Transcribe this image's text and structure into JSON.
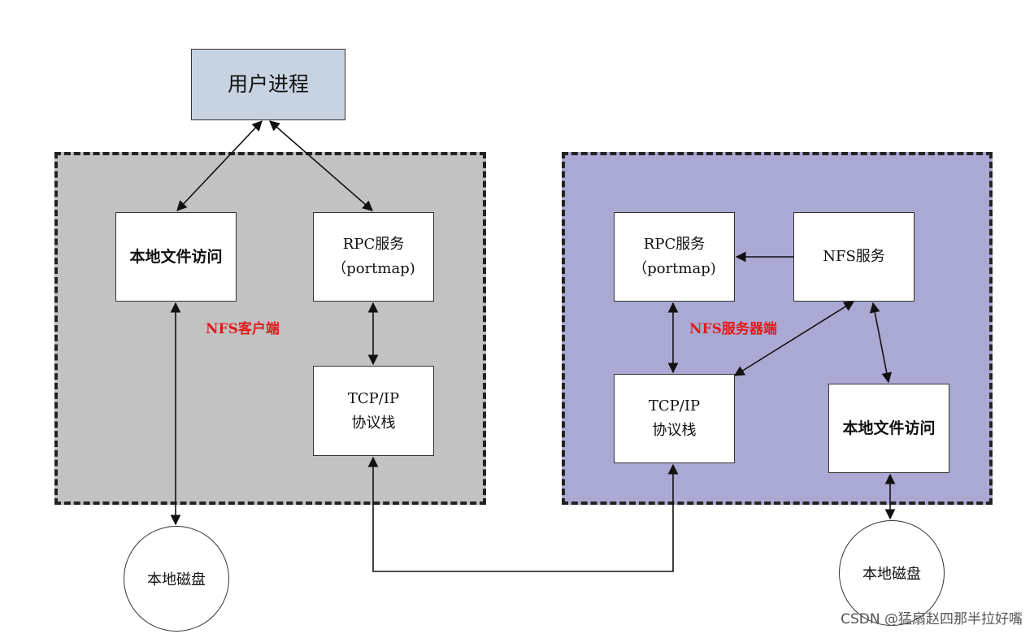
{
  "user_process": {
    "label": "用户进程"
  },
  "client": {
    "label": "NFS客户端",
    "local_fs": {
      "label": "本地文件访问"
    },
    "rpc": {
      "line1": "RPC服务",
      "line2": "（portmap)"
    },
    "tcpip": {
      "line1": "TCP/IP",
      "line2": "协议栈"
    },
    "disk": {
      "label": "本地磁盘"
    }
  },
  "server": {
    "label": "NFS服务器端",
    "rpc": {
      "line1": "RPC服务",
      "line2": "（portmap)"
    },
    "nfs": {
      "label": "NFS服务"
    },
    "tcpip": {
      "line1": "TCP/IP",
      "line2": "协议栈"
    },
    "local_fs": {
      "label": "本地文件访问"
    },
    "disk": {
      "label": "本地磁盘"
    }
  },
  "watermark": "CSDN @猛扇赵四那半拉好嘴",
  "colors": {
    "client_region": "#c2c2c2",
    "server_region": "#a9a9d3",
    "user_process": "#c8d3e2",
    "region_label": "#e21b1b"
  }
}
